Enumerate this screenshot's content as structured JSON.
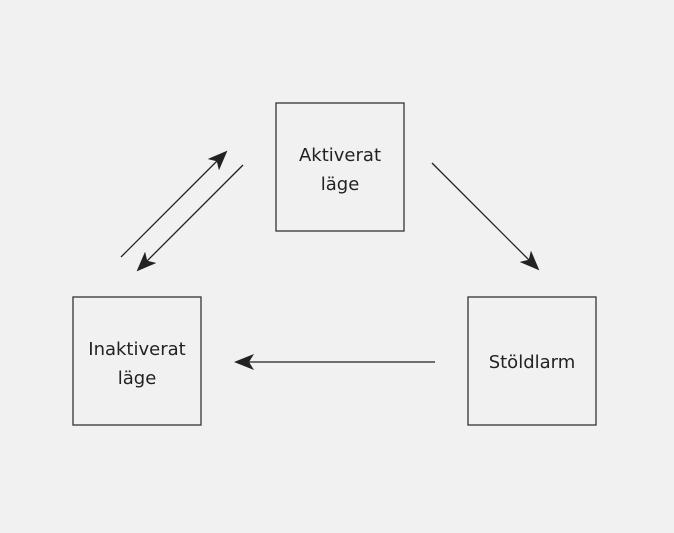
{
  "nodes": {
    "activated": {
      "line1": "Aktiverat",
      "line2": "läge"
    },
    "inactivated": {
      "line1": "Inaktiverat",
      "line2": "läge"
    },
    "theft_alarm": {
      "line1": "Stöldlarm"
    }
  },
  "colors": {
    "background": "#f1f1f1",
    "stroke": "#333333",
    "text": "#222222"
  }
}
